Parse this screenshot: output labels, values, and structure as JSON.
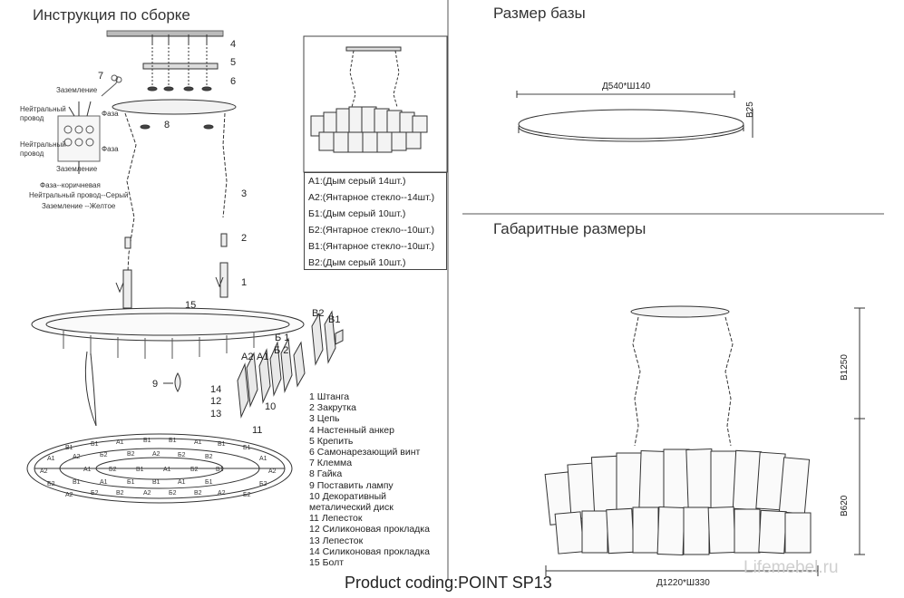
{
  "titles": {
    "assembly": "Инструкция по сборке",
    "base_size": "Размер базы",
    "overall": "Габаритные размеры"
  },
  "wiring": {
    "ground_top": "Заземление",
    "neutral_1": "Нейтральный провод",
    "phase_1": "Фаза",
    "neutral_2": "Нейтральный провод",
    "phase_2": "Фаза",
    "ground_bottom": "Заземление",
    "note_phase": "Фаза--коричневая",
    "note_neutral": "Нейтральный провод--Серый",
    "note_ground": "Заземление --Желтое"
  },
  "callouts": [
    "4",
    "5",
    "6",
    "7",
    "8",
    "3",
    "2",
    "1",
    "15",
    "9",
    "14",
    "12",
    "13",
    "11",
    "10"
  ],
  "glass_labels": {
    "a2": "A2",
    "a1": "A1",
    "b2": "Б 2",
    "b1": "Б 1",
    "v2": "B2",
    "v1": "B1"
  },
  "legend": [
    "A1:(Дым серый 14шт.)",
    "A2:(Янтарное стекло--14шт.)",
    "Б1:(Дым серый 10шт.)",
    "Б2:(Янтарное стекло--10шт.)",
    "B1:(Янтарное стекло--10шт.)",
    "B2:(Дым серый 10шт.)"
  ],
  "parts": [
    "1  Штанга",
    "2  Закрутка",
    "3  Цепь",
    "4  Настенный анкер",
    "5  Крепить",
    "6  Самонарезающий винт",
    "7  Клемма",
    "8  Гайка",
    "9  Поставить лампу",
    "10  Декоративный",
    "      металический диск",
    "11 Лепесток",
    "12 Силиконовая прокладка",
    "13 Лепесток",
    "14 Силиконовая прокладка",
    "15 Болт"
  ],
  "dims": {
    "base_width": "Д540*Ш140",
    "base_height": "B25",
    "total_height": "B1250",
    "body_height": "B620",
    "total_width": "Д1220*Ш330"
  },
  "footer": "Product coding:POINT SP13",
  "watermark": "Lifemebel.ru"
}
